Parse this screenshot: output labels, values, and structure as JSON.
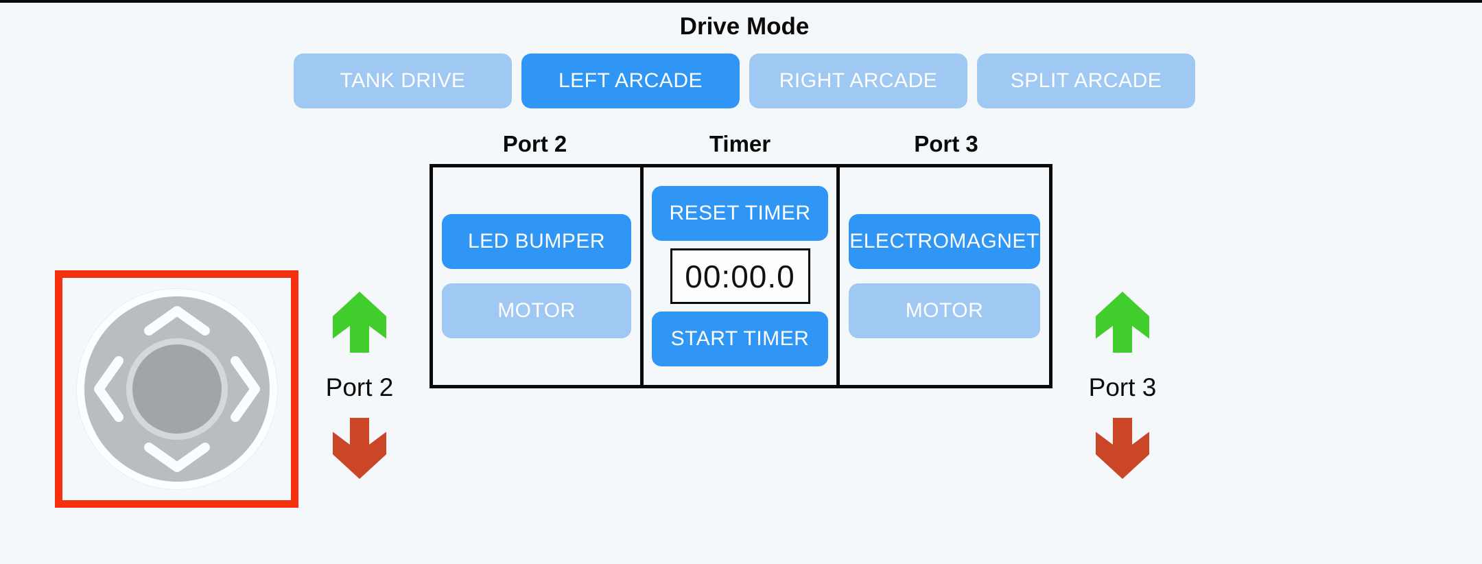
{
  "header": {
    "title": "Drive Mode"
  },
  "drive_modes": [
    {
      "label": "TANK DRIVE",
      "selected": false
    },
    {
      "label": "LEFT ARCADE",
      "selected": true
    },
    {
      "label": "RIGHT ARCADE",
      "selected": false
    },
    {
      "label": "SPLIT ARCADE",
      "selected": false
    }
  ],
  "control_table": {
    "columns": [
      {
        "header": "Port 2",
        "buttons": [
          {
            "label": "LED BUMPER",
            "active": true
          },
          {
            "label": "MOTOR",
            "active": false
          }
        ]
      },
      {
        "header": "Timer"
      },
      {
        "header": "Port 3",
        "buttons": [
          {
            "label": "ELECTROMAGNET",
            "active": true
          },
          {
            "label": "MOTOR",
            "active": false
          }
        ]
      }
    ],
    "timer": {
      "reset_button": "RESET TIMER",
      "display": "00:00.0",
      "start_button": "START TIMER"
    }
  },
  "joystick": {
    "icons": [
      "up-chevron",
      "down-chevron",
      "left-chevron",
      "right-chevron",
      "knob"
    ],
    "highlighted": true
  },
  "port_indicators": {
    "left": {
      "up_icon": "green-up-arrow",
      "label": "Port 2",
      "down_icon": "red-down-arrow"
    },
    "right": {
      "up_icon": "green-up-arrow",
      "label": "Port 3",
      "down_icon": "red-down-arrow"
    }
  },
  "colors": {
    "background": "#f5f8fa",
    "accent_blue": "#3096f5",
    "light_blue": "#9fc9f3",
    "button_text": "#ffffff",
    "green_arrow": "#41cd2b",
    "red_arrow": "#cb4527",
    "joystick_highlight_red": "#f5300e",
    "joystick_pad_gray": "#b9bdbf",
    "joystick_knob_gray": "#9fa5a8",
    "timer_text": "#111111"
  }
}
